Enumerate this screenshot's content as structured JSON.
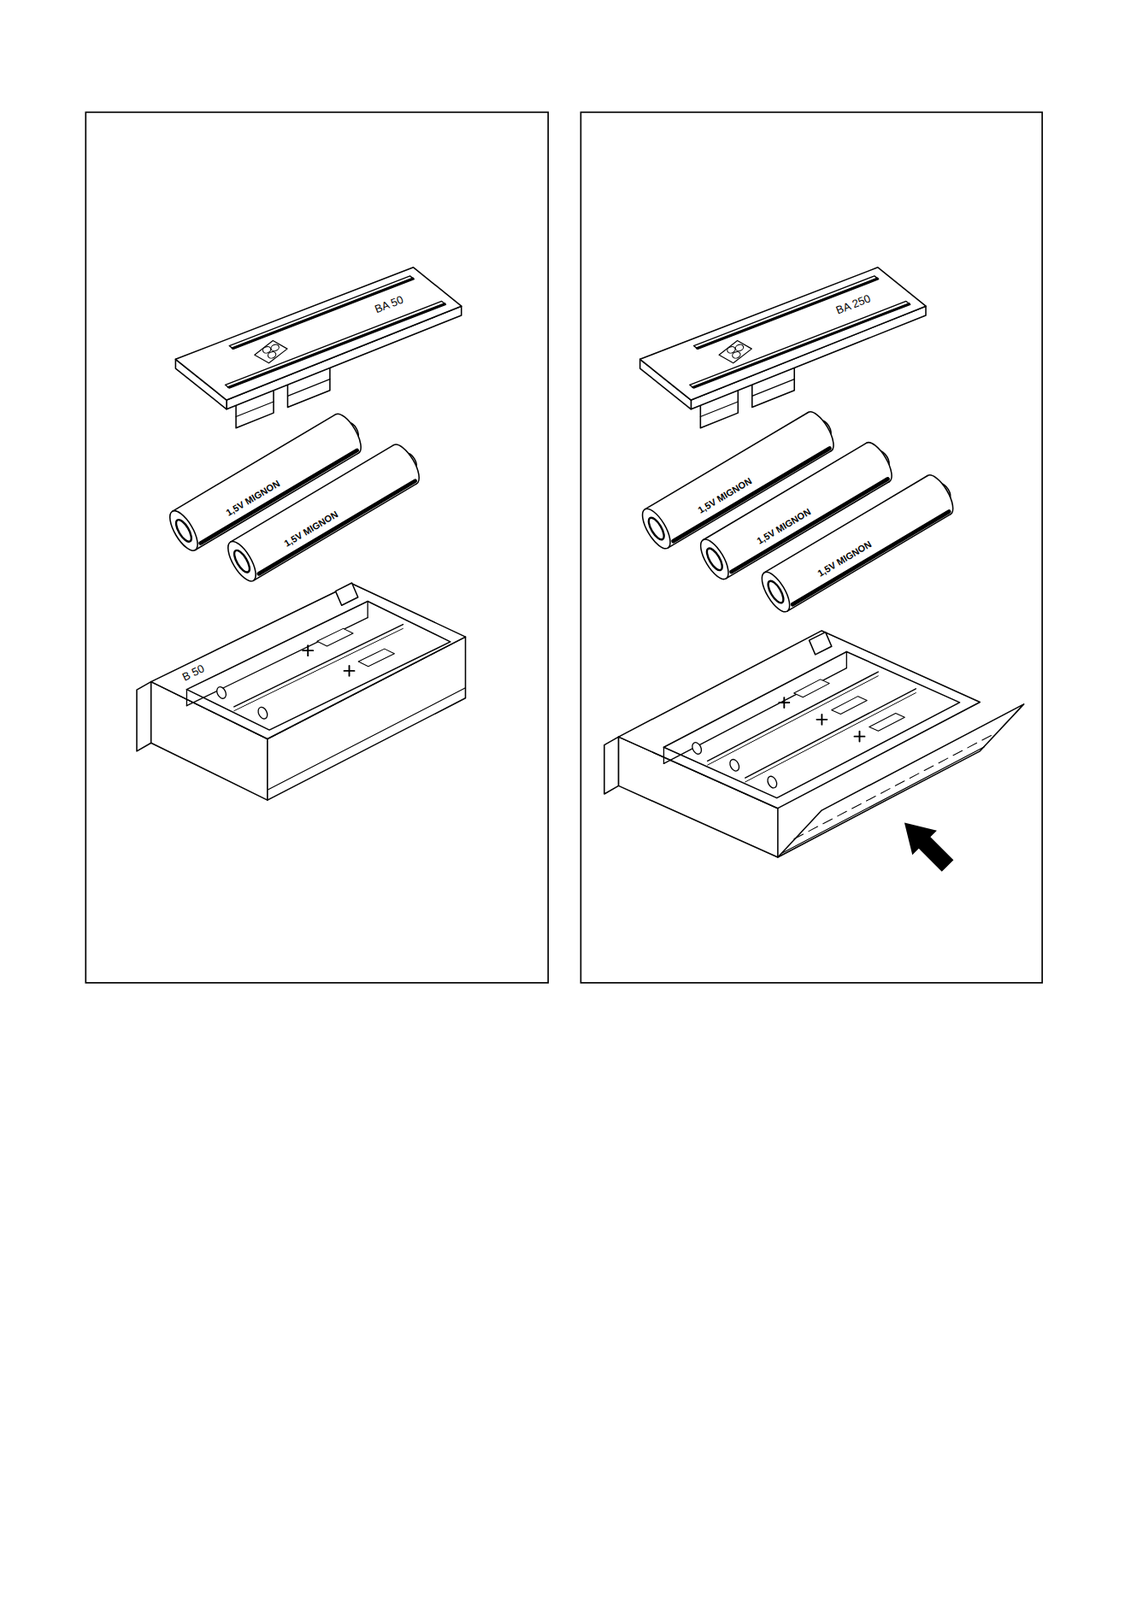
{
  "diagram": {
    "labels": [
      "BA 50",
      "1,5V MIGNON",
      "1,5V MIGNON",
      "B 50",
      "BA 250",
      "1,5V MIGNON",
      "1,5V MIGNON",
      "1,5V MIGNON"
    ]
  }
}
